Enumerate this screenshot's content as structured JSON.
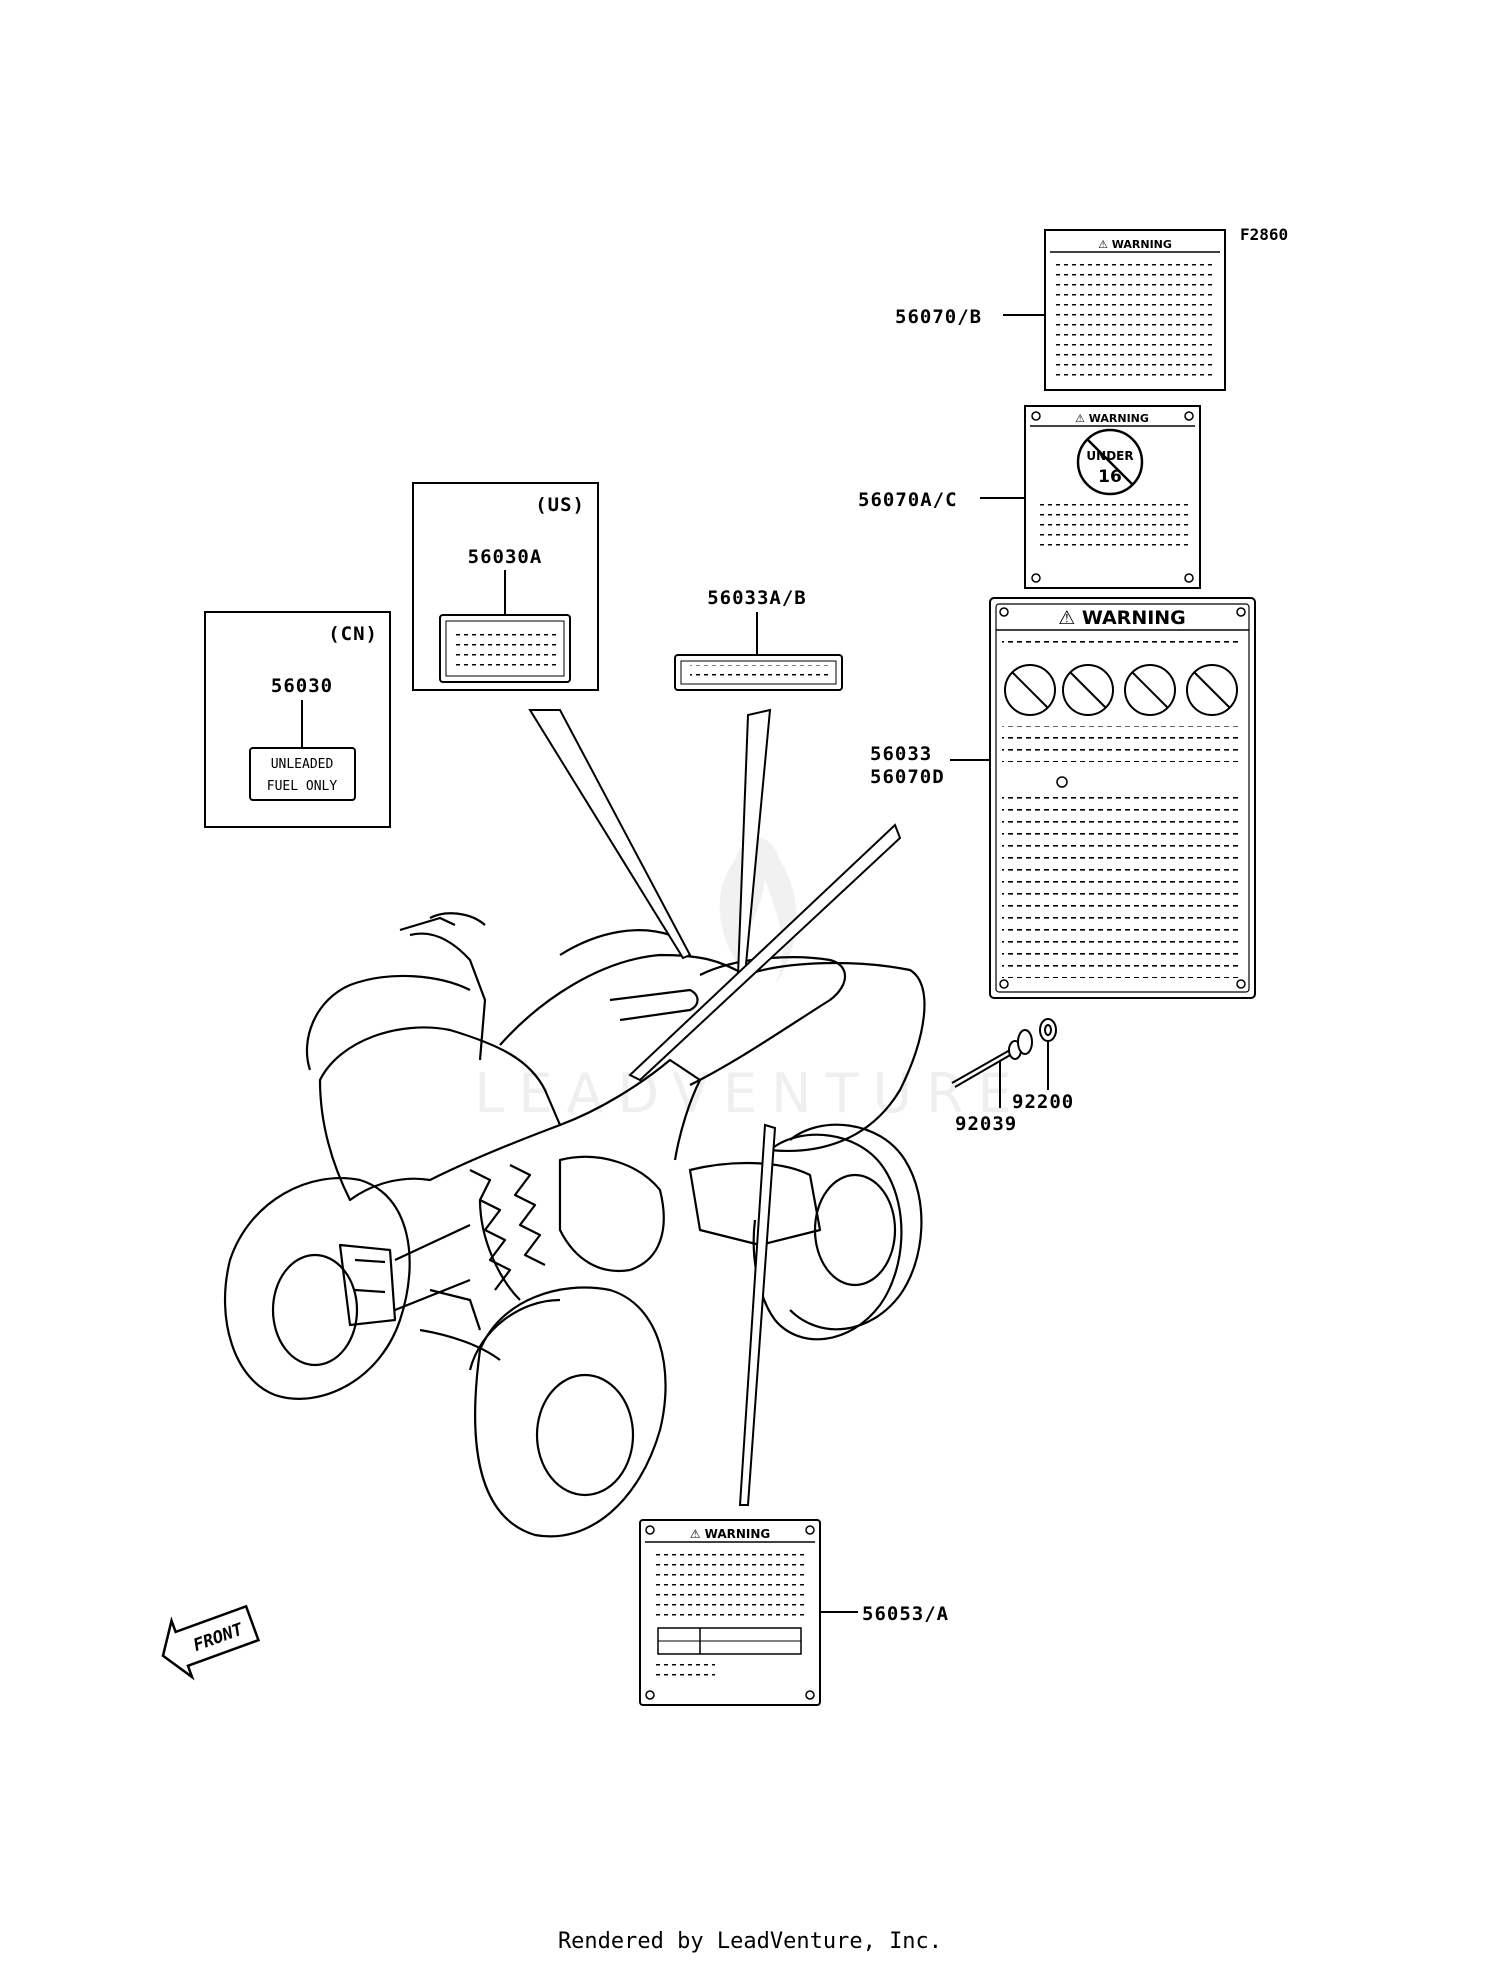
{
  "figure_id": "F2860",
  "labels": {
    "p56070B": "56070/B",
    "p56070AC": "56070A/C",
    "p56030A": "56030A",
    "p56033AB": "56033A/B",
    "p56030": "56030",
    "p56033": "56033",
    "p56070D": "56070D",
    "p92200": "92200",
    "p92039": "92039",
    "p56053A": "56053/A"
  },
  "region_us": "(US)",
  "region_cn": "(CN)",
  "fuel_label": {
    "line1": "UNLEADED",
    "line2": "FUEL ONLY"
  },
  "warning_text": "WARNING",
  "under16": {
    "line1": "UNDER",
    "line2": "16"
  },
  "front_arrow": "FRONT",
  "watermark": "LEADVENTURE",
  "footer": "Rendered by LeadVenture, Inc."
}
